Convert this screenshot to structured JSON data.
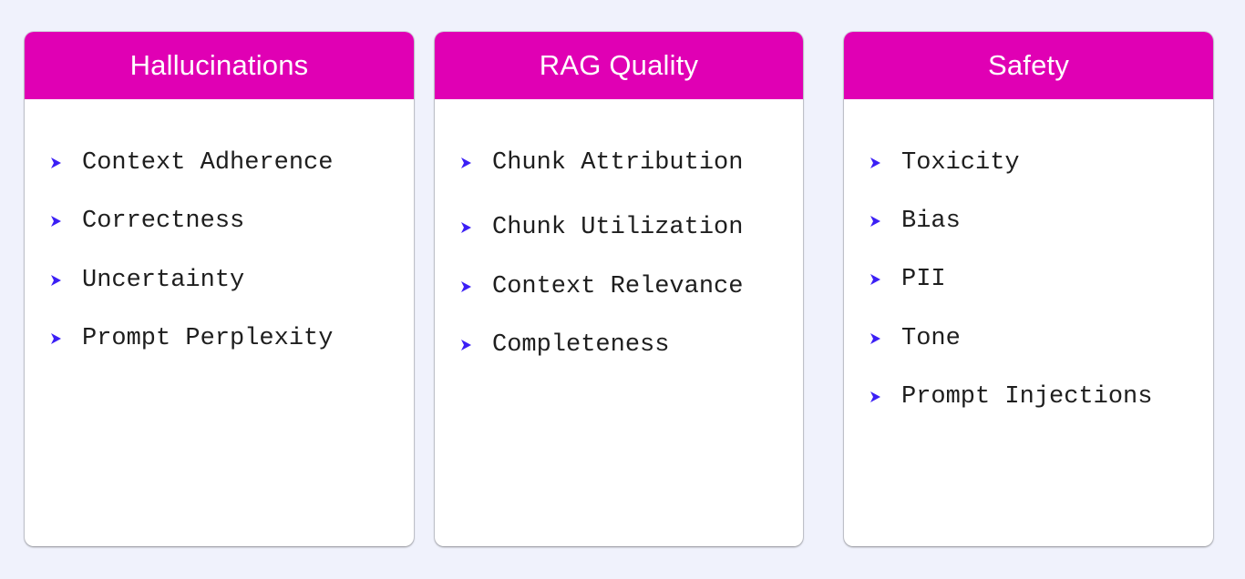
{
  "colors": {
    "background": "#f0f2fc",
    "header": "#e000b4",
    "arrow": "#3b1ff5",
    "text": "#1e1e1e"
  },
  "icon": "chevron-right-icon",
  "cards": [
    {
      "title": "Hallucinations",
      "items": [
        "Context Adherence",
        "Correctness",
        "Uncertainty",
        "Prompt Perplexity"
      ]
    },
    {
      "title": "RAG Quality",
      "items": [
        "Chunk Attribution",
        "Chunk Utilization",
        "Context Relevance",
        "Completeness"
      ]
    },
    {
      "title": "Safety",
      "items": [
        "Toxicity",
        "Bias",
        "PII",
        "Tone",
        "Prompt Injections"
      ]
    }
  ]
}
